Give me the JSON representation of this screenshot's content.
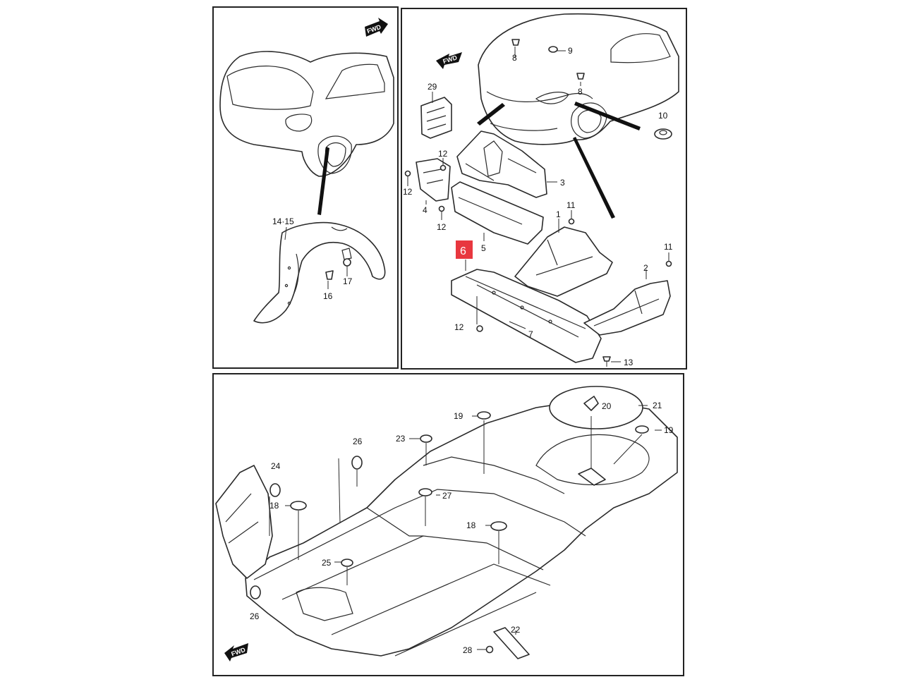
{
  "fwd_label": "FWD",
  "highlight": {
    "label": "6",
    "color": "#e8373f"
  },
  "panels": {
    "wheel_house": {
      "callouts": [
        "14·15",
        "16",
        "17"
      ]
    },
    "front_covers": {
      "callouts": [
        "8",
        "9",
        "8",
        "10",
        "29",
        "12",
        "12",
        "3",
        "4",
        "12",
        "1",
        "11",
        "5",
        "11",
        "2",
        "12",
        "7",
        "13"
      ]
    },
    "floor": {
      "callouts": [
        "19",
        "21",
        "20",
        "19",
        "23",
        "26",
        "24",
        "18",
        "27",
        "18",
        "25",
        "26",
        "22",
        "28"
      ]
    }
  }
}
